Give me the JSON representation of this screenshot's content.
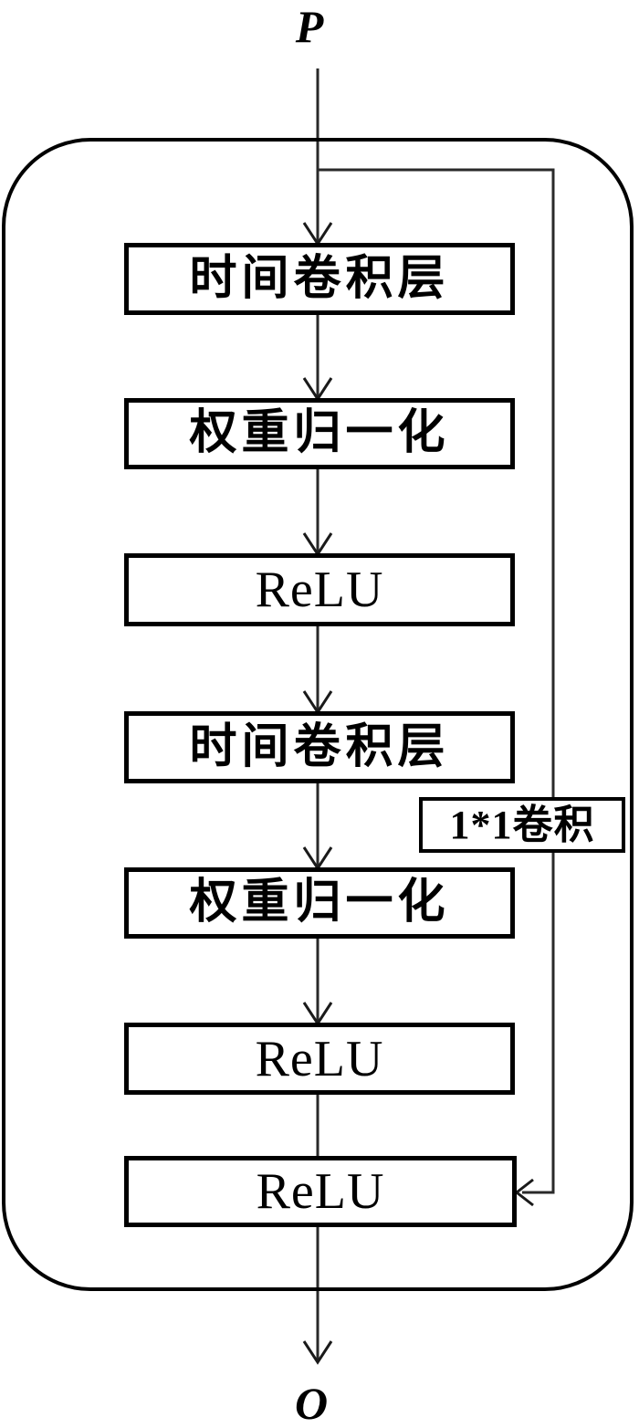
{
  "diagram": {
    "input_label": "P",
    "output_label": "O",
    "blocks": [
      {
        "label": "时间卷积层"
      },
      {
        "label": "权重归一化"
      },
      {
        "label": "ReLU"
      },
      {
        "label": "时间卷积层"
      },
      {
        "label": "权重归一化"
      },
      {
        "label": "ReLU"
      },
      {
        "label": "ReLU"
      }
    ],
    "side_branch_label": "1*1卷积",
    "colors": {
      "background": "#ffffff",
      "box_border": "#000000",
      "line": "#2a2a2a",
      "text": "#000000"
    }
  }
}
